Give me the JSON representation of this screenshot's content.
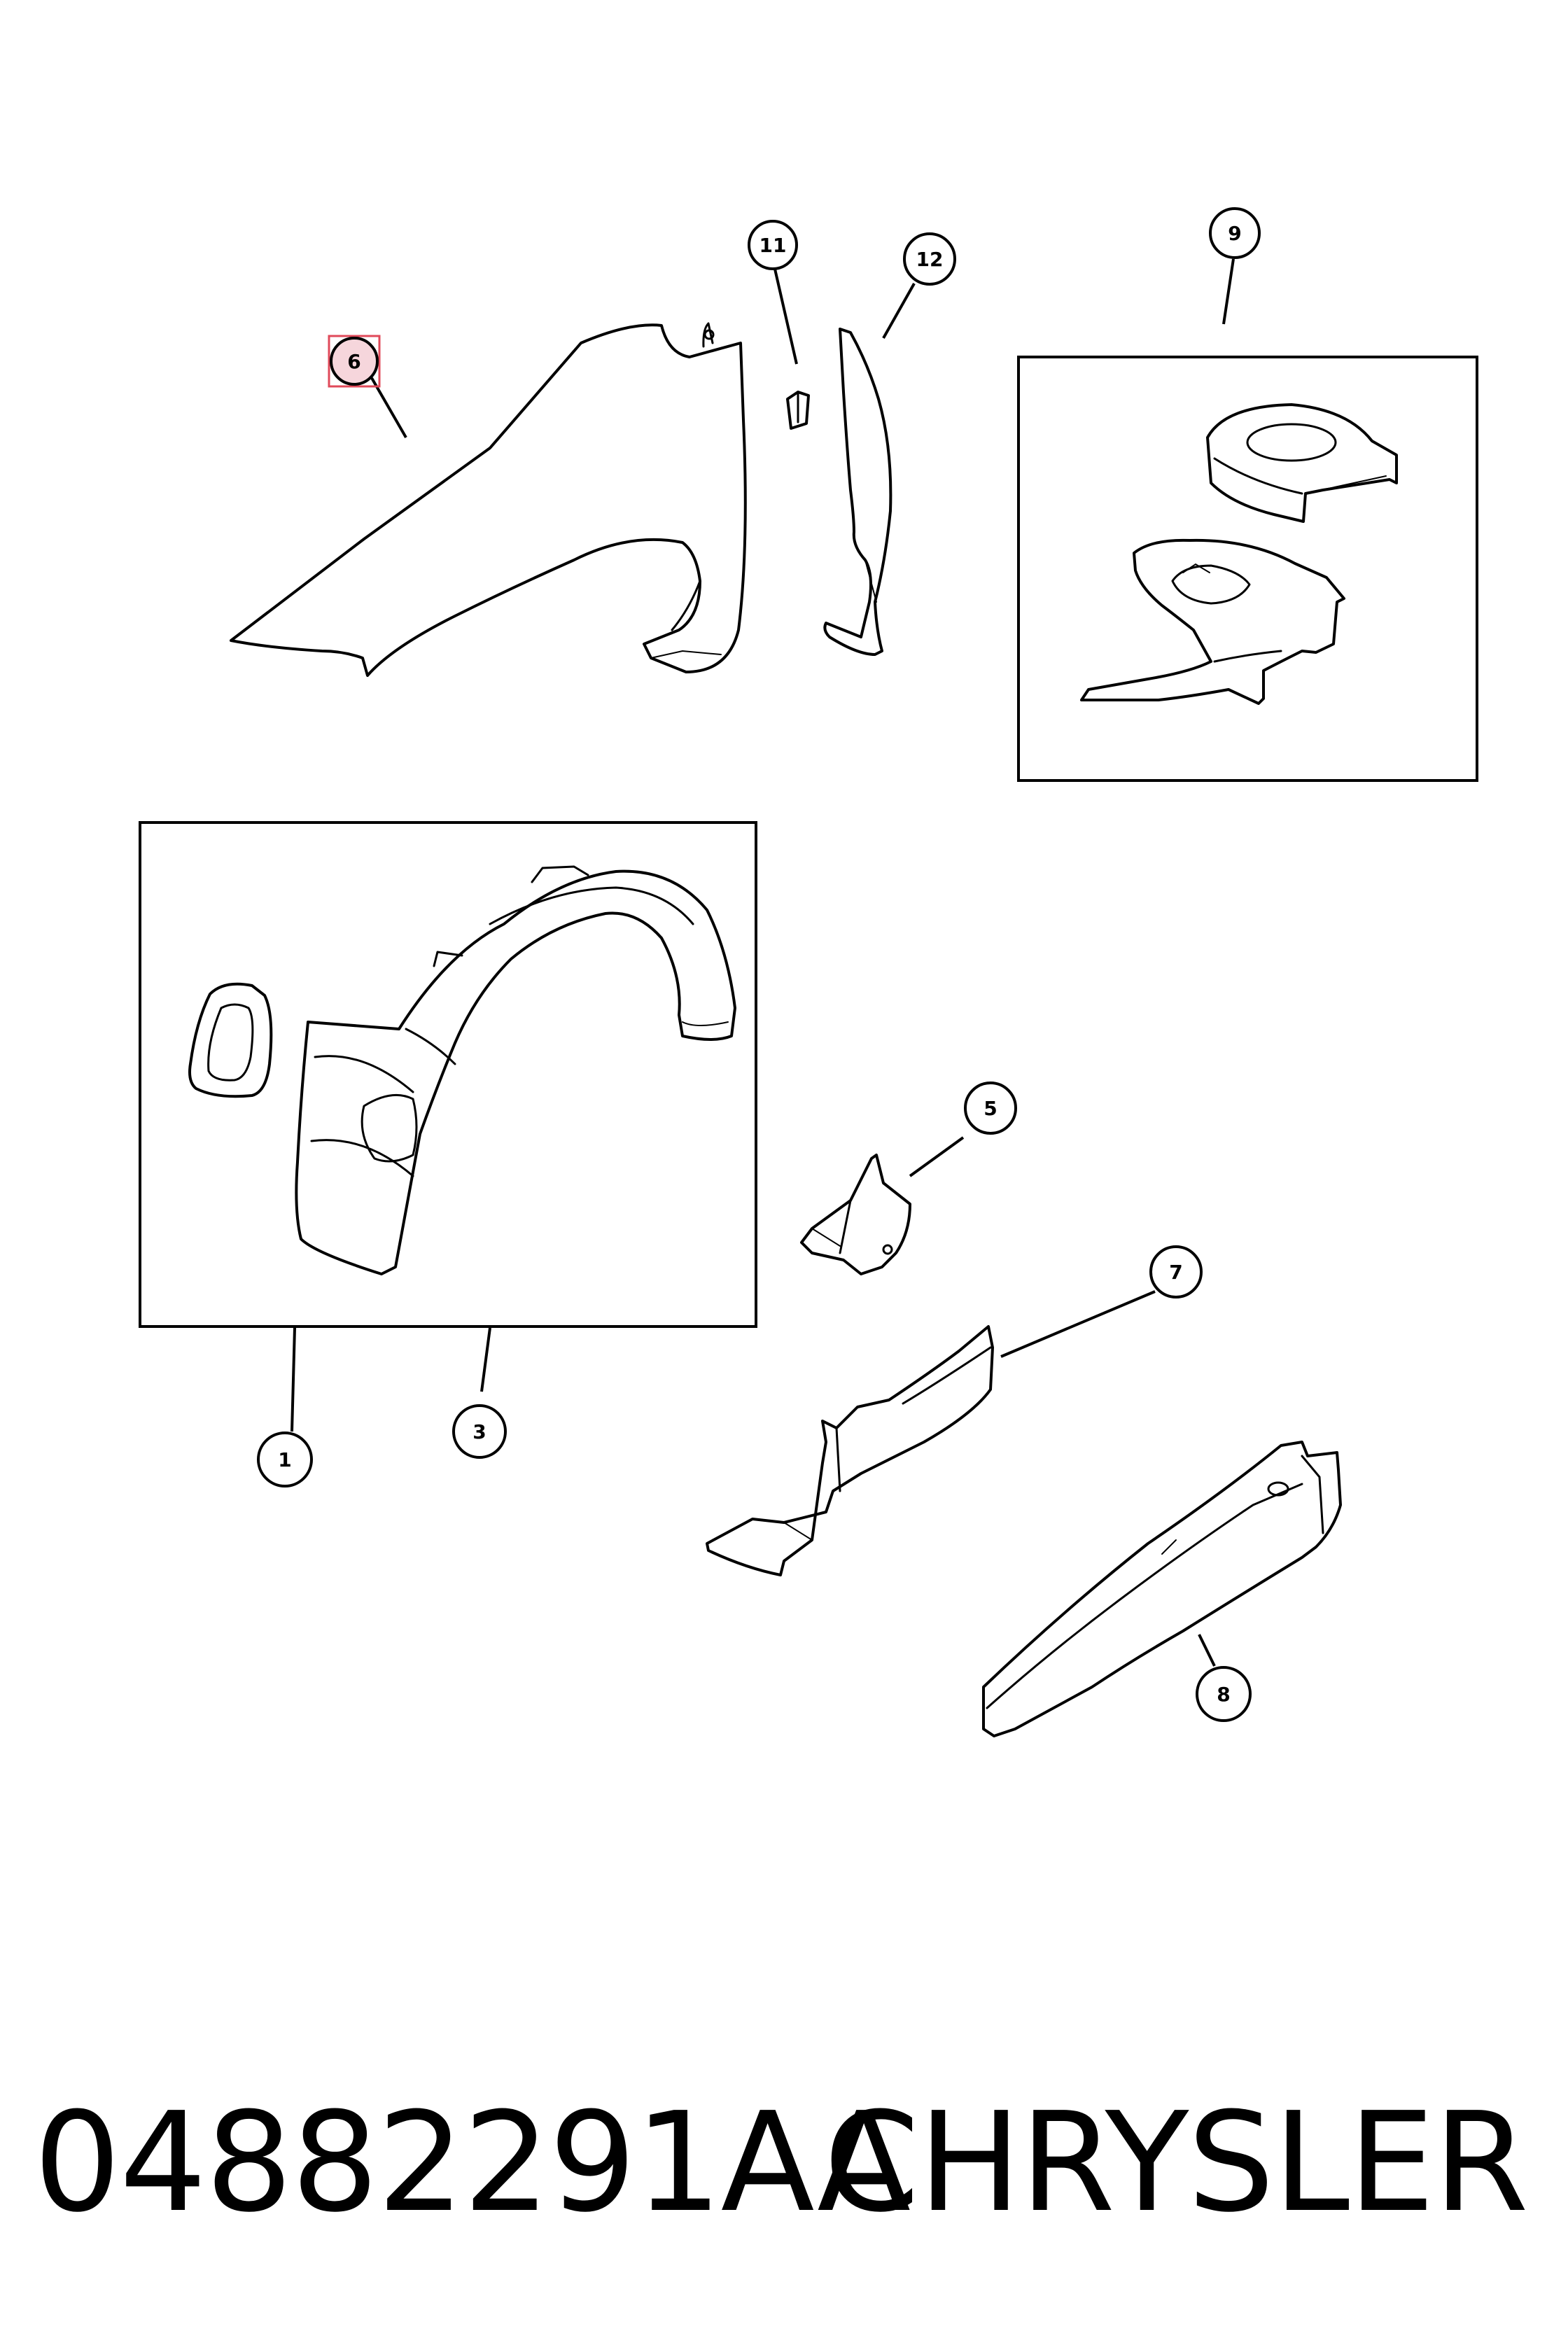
{
  "callouts": {
    "c1": "1",
    "c3": "3",
    "c5": "5",
    "c6": "6",
    "c7": "7",
    "c8": "8",
    "c9": "9",
    "c11": "11",
    "c12": "12"
  },
  "highlighted_callout": "6",
  "footer": {
    "part_number": "04882291AA",
    "brand": "CHRYSLER"
  }
}
